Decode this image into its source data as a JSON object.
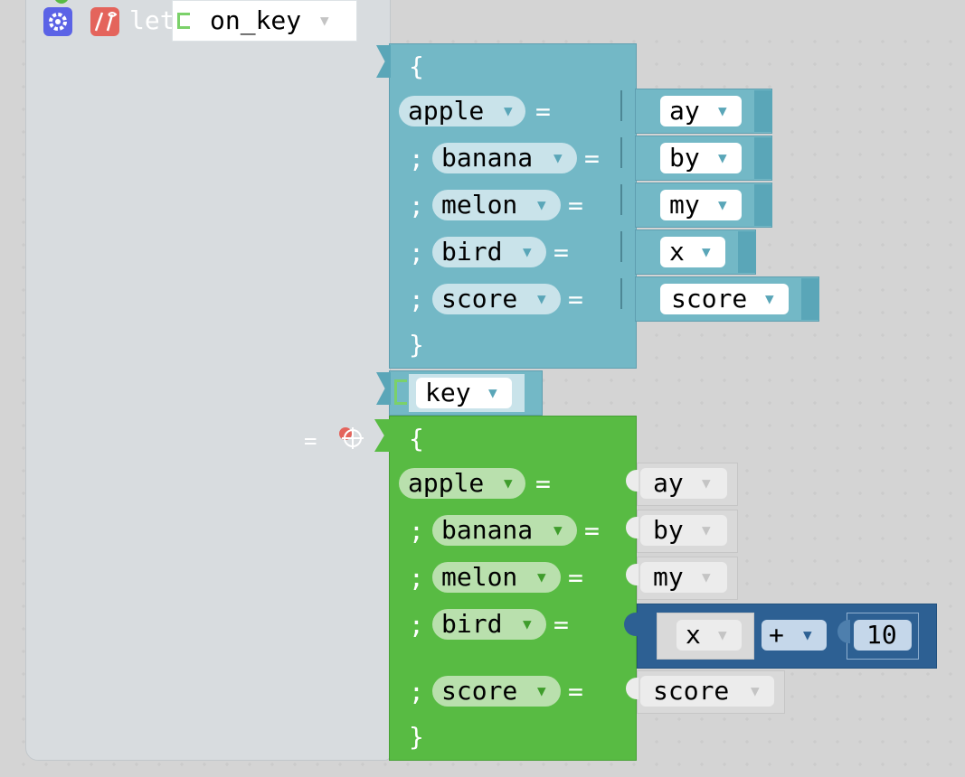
{
  "header": {
    "let_label": "let",
    "variable_name": "on_key"
  },
  "record_block": {
    "open_brace": "{",
    "close_brace": "}",
    "separator": ";",
    "equals": "=",
    "fields": [
      {
        "name": "apple",
        "value": "ay"
      },
      {
        "name": "banana",
        "value": "by"
      },
      {
        "name": "melon",
        "value": "my"
      },
      {
        "name": "bird",
        "value": "x"
      },
      {
        "name": "score",
        "value": "score"
      }
    ]
  },
  "parameter": {
    "name": "key"
  },
  "result_block": {
    "open_brace": "{",
    "close_brace": "}",
    "separator": ";",
    "equals": "=",
    "fields": [
      {
        "name": "apple",
        "value": "ay"
      },
      {
        "name": "banana",
        "value": "by"
      },
      {
        "name": "melon",
        "value": "my"
      },
      {
        "name": "bird",
        "value": "x",
        "operator": "+",
        "operand": "10"
      },
      {
        "name": "score",
        "value": "score"
      }
    ]
  },
  "misc": {
    "left_equals": "="
  },
  "colors": {
    "let_block": "#d8dcdf",
    "record_block": "#73b8c6",
    "result_block": "#58bb43",
    "operator_block": "#2d6093",
    "gear_icon": "#5b63e6",
    "debug_icon": "#e4645c"
  },
  "icons": [
    "gear-icon",
    "debug-icon",
    "dropdown-arrow-icon",
    "target-icon"
  ]
}
